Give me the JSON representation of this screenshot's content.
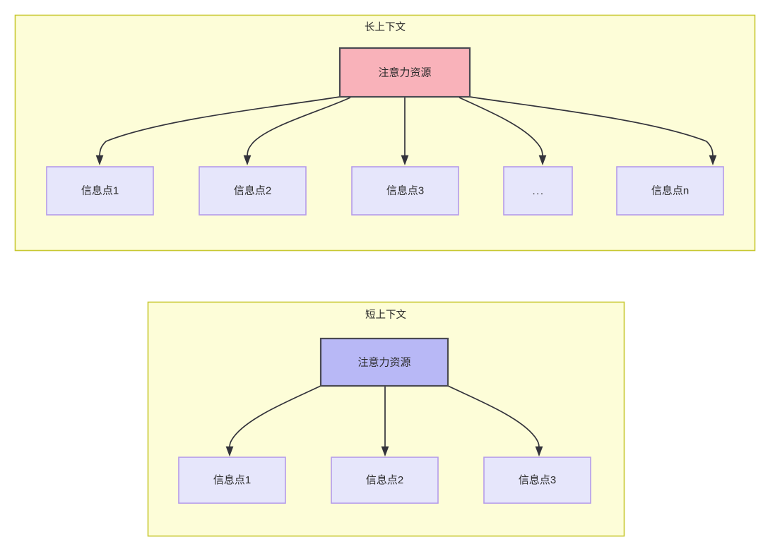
{
  "figure": {
    "background": "#ffffff",
    "panel_fill": "#fdfdd8",
    "panel_stroke": "#c8c832"
  },
  "panels": [
    {
      "id": "long-context",
      "title": "长上下文",
      "root": {
        "label": "注意力资源",
        "fill": "#f9b2ba",
        "stroke": "#4a4a52"
      },
      "leaves": [
        {
          "label": "信息点1"
        },
        {
          "label": "信息点2"
        },
        {
          "label": "信息点3"
        },
        {
          "label": "..."
        },
        {
          "label": "信息点n"
        }
      ],
      "leaf_fill": "#e6e6fb",
      "leaf_stroke": "#b59bea",
      "edge_color": "#33333b"
    },
    {
      "id": "short-context",
      "title": "短上下文",
      "root": {
        "label": "注意力资源",
        "fill": "#b8b8f6",
        "stroke": "#4a4a52"
      },
      "leaves": [
        {
          "label": "信息点1"
        },
        {
          "label": "信息点2"
        },
        {
          "label": "信息点3"
        }
      ],
      "leaf_fill": "#e6e6fb",
      "leaf_stroke": "#b59bea",
      "edge_color": "#33333b"
    }
  ]
}
